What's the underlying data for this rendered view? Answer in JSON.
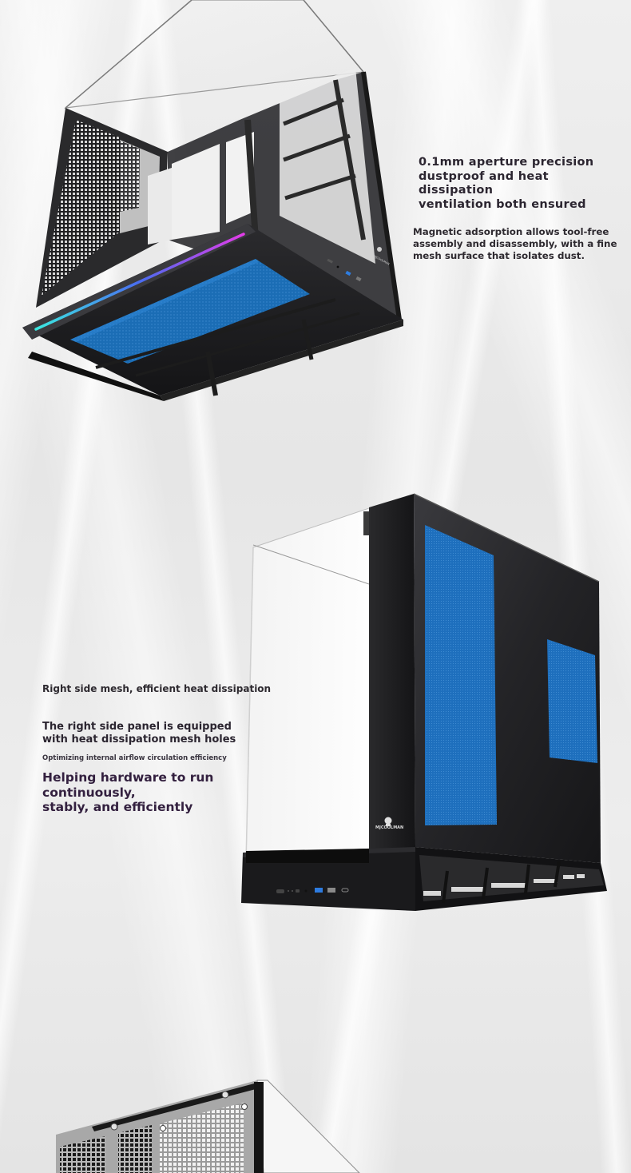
{
  "section1": {
    "title_lines": [
      "0.1mm aperture precision",
      "dustproof and heat dissipation",
      "ventilation both ensured"
    ],
    "body_lines": [
      "Magnetic adsorption allows tool-free",
      "assembly and disassembly, with a fine",
      "mesh surface that isolates dust."
    ]
  },
  "section2": {
    "heading": "Right side mesh, efficient heat dissipation",
    "sub_lines": [
      "The right side panel is equipped",
      "with heat dissipation mesh holes"
    ],
    "small": "Optimizing internal airflow circulation efficiency",
    "big_lines": [
      "Helping hardware to run continuously,",
      "stably, and efficiently"
    ]
  },
  "product": {
    "brand_logo_text": "MJCOOLMAN",
    "logo_icon": "skull-logo-icon",
    "front_io_ports": [
      "power-button-icon",
      "reset-button-icon",
      "led-button-icon",
      "audio-jack-icon",
      "usb3-port-icon",
      "usb2-port-icon",
      "usb-c-port-icon"
    ]
  },
  "colors": {
    "background": "#ececec",
    "text_dark": "#2b2530",
    "text_accent_purple": "#33203f",
    "case_black": "#1c1c1e",
    "mesh_blue": "#1f6fb8",
    "rgb_start": "#3be8e0",
    "rgb_mid": "#4a6cf0",
    "rgb_end": "#e33ce8"
  }
}
